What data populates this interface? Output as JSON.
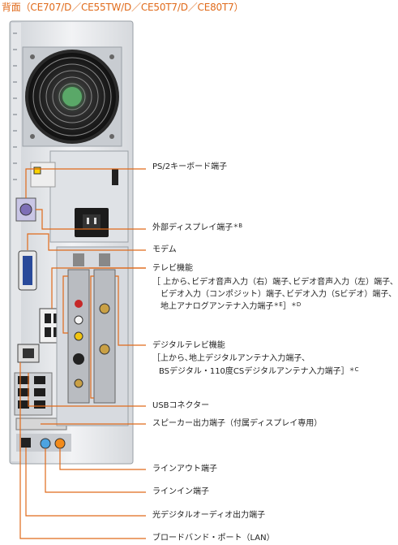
{
  "title": "背面（CE707/D／CE55TW/D／CE50T7/D／CE80T7）",
  "colors": {
    "leader": "#e06a1a",
    "title": "#e06a1a"
  },
  "labels": {
    "ps2": "PS/2キーボード端子",
    "display": "外部ディスプレイ端子",
    "display_note": "＊B",
    "modem": "モデム",
    "tv": "テレビ機能",
    "tv_detail_1": "［ 上から､ビデオ音声入力（右）端子､ビデオ音声入力（左）端子､",
    "tv_detail_2": "ビデオ入力（コンポジット）端子､ビデオ入力（Sビデオ）端子､",
    "tv_detail_3": "地上アナログアンテナ入力端子",
    "tv_detail_3_note_e": "＊E",
    "tv_detail_3_close": "］",
    "tv_detail_3_note_d": "＊D",
    "dtv": "デジタルテレビ機能",
    "dtv_detail_1": "［上から､地上デジタルアンテナ入力端子､",
    "dtv_detail_2": "BSデジタル・110度CSデジタルアンテナ入力端子］",
    "dtv_detail_2_note": "＊C",
    "usb": "USBコネクター",
    "speaker": "スピーカー出力端子（付属ディスプレイ専用）",
    "lineout": "ラインアウト端子",
    "linein": "ラインイン端子",
    "optical": "光デジタルオーディオ出力端子",
    "lan": "ブロードバンド・ポート（LAN）"
  }
}
